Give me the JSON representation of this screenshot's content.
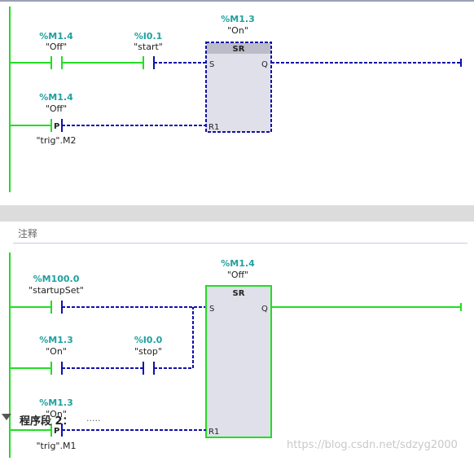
{
  "colors": {
    "power": "#22dd22",
    "wire_inactive": "#1010aa",
    "address": "#20a0a0",
    "block_inactive_border": "#1010aa",
    "block_active_border": "#22dd22",
    "block_fill": "#e0e0ea",
    "block_header": "#bcbcc8"
  },
  "network1": {
    "block": {
      "address": "%M1.3",
      "tag": "\"On\"",
      "title": "SR",
      "pin_s": "S",
      "pin_r1": "R1",
      "pin_q": "Q"
    },
    "contact_a": {
      "address": "%M1.4",
      "tag": "\"Off\""
    },
    "contact_b": {
      "address": "%I0.1",
      "tag": "\"start\""
    },
    "contact_p": {
      "address": "%M1.4",
      "tag": "\"Off\"",
      "symbol": "P",
      "edge_bit": "\"trig\".M2"
    }
  },
  "network2_header": {
    "title": "程序段 2：",
    "dots": ".....",
    "comment": "注释"
  },
  "network2": {
    "block": {
      "address": "%M1.4",
      "tag": "\"Off\"",
      "title": "SR",
      "pin_s": "S",
      "pin_r1": "R1",
      "pin_q": "Q"
    },
    "contact_a": {
      "address": "%M100.0",
      "tag": "\"startupSet\""
    },
    "contact_b": {
      "address": "%M1.3",
      "tag": "\"On\""
    },
    "contact_c": {
      "address": "%I0.0",
      "tag": "\"stop\""
    },
    "contact_p": {
      "address": "%M1.3",
      "tag": "\"On\"",
      "symbol": "P",
      "edge_bit": "\"trig\".M1"
    }
  },
  "watermark": "https://blog.csdn.net/sdzyg2000"
}
